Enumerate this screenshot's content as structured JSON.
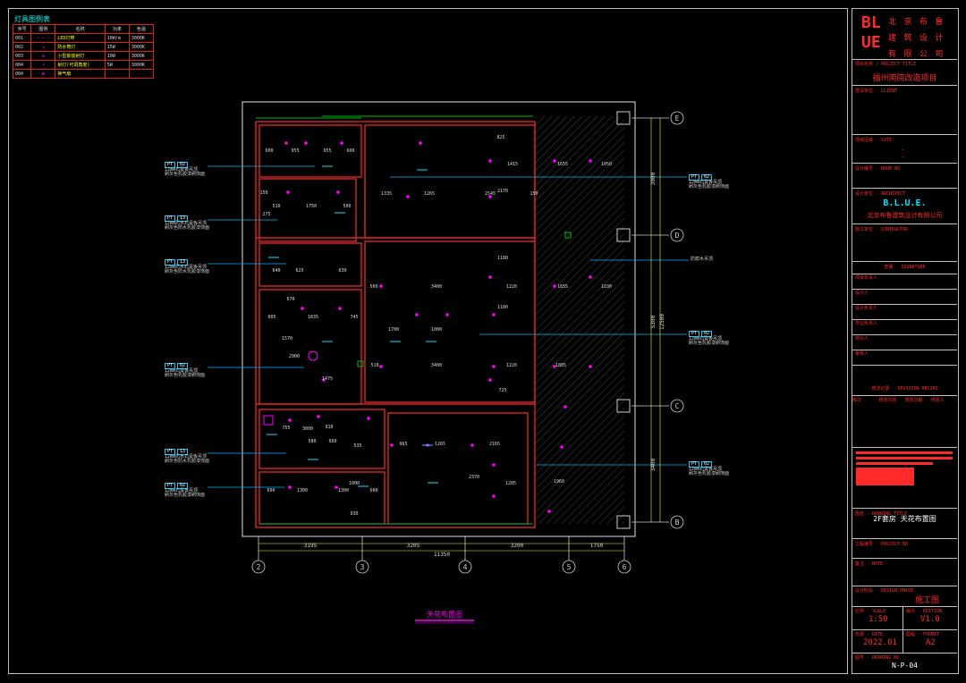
{
  "legend": {
    "title": "灯具图例表",
    "headers": [
      "序号",
      "图例",
      "名称",
      "功率",
      "色温"
    ],
    "rows": [
      {
        "no": "001",
        "name": "LED灯带",
        "power": "10W/m",
        "temp": "3000K"
      },
      {
        "no": "002",
        "name": "防水筒灯",
        "power": "15W",
        "temp": "3000K"
      },
      {
        "no": "003",
        "name": "小型嵌装射灯",
        "power": "10W",
        "temp": "3000K"
      },
      {
        "no": "004",
        "name": "射灯(可调角度)",
        "power": "5W",
        "temp": "3000K"
      },
      {
        "no": "004",
        "name": "换气扇",
        "power": "",
        "temp": ""
      }
    ]
  },
  "plan": {
    "title": "天花布置图",
    "axis_columns": [
      "2",
      "3",
      "4",
      "5",
      "6"
    ],
    "axis_rows": [
      "E",
      "D",
      "C",
      "B"
    ],
    "bottom_dims": [
      "3195",
      "3205",
      "3200",
      "1750"
    ],
    "total_dim": "11350",
    "right_dims": [
      "3000",
      "5300",
      "3400"
    ],
    "right_total": "12500",
    "dims": [
      "600",
      "955",
      "955",
      "600",
      "150",
      "1750",
      "500",
      "510",
      "275",
      "640",
      "625",
      "630",
      "605",
      "1835",
      "745",
      "1570",
      "2900",
      "1475",
      "1335",
      "1265",
      "2545",
      "150",
      "1415",
      "1655",
      "1050",
      "500",
      "3400",
      "1220",
      "1655",
      "1030",
      "1700",
      "1000",
      "510",
      "3400",
      "1220",
      "1805",
      "825",
      "2170",
      "1180",
      "725",
      "1180",
      "580",
      "660",
      "535",
      "965",
      "1265",
      "2165",
      "2370",
      "1205",
      "600",
      "1300",
      "1300",
      "600",
      "1000",
      "930",
      "1960",
      "670",
      "3000",
      "910",
      "755"
    ],
    "tags_left": [
      {
        "code": "PT",
        "num": "02",
        "l1": "12mm石膏板吊顶",
        "l2": "刷灰色乳胶漆刷饰面"
      },
      {
        "code": "PT",
        "num": "13",
        "l1": "12mm防水石膏板吊顶",
        "l2": "刷灰色防水乳胶漆饰面"
      },
      {
        "code": "PT",
        "num": "13",
        "l1": "12mm防水石膏板吊顶",
        "l2": "刷灰色防水乳胶漆饰面"
      },
      {
        "code": "PT",
        "num": "02",
        "l1": "12mm石膏板吊顶",
        "l2": "刷灰色乳胶漆刷饰面"
      },
      {
        "code": "PT",
        "num": "13",
        "l1": "12mm防水石膏板吊顶",
        "l2": "刷灰色防水乳胶漆饰面"
      },
      {
        "code": "PT",
        "num": "02",
        "l1": "12mm石膏板吊顶",
        "l2": "刷灰色乳胶漆刷饰面"
      }
    ],
    "tags_right": [
      {
        "code": "PT",
        "num": "02",
        "l1": "12mm石膏板吊顶",
        "l2": "刷灰色乳胶漆刷饰面"
      },
      {
        "code": "PT",
        "num": "02",
        "l1": "12mm石膏板吊顶",
        "l2": "刷灰色乳胶漆刷饰面"
      },
      {
        "code": "PT",
        "num": "02",
        "l1": "12mm石膏板吊顶",
        "l2": "刷灰色乳胶漆刷饰面"
      }
    ],
    "note_right": "防腐木吊顶"
  },
  "titleblock": {
    "logo_letters": "BLUE",
    "logo_chars": [
      "北",
      "京",
      "布",
      "鲁",
      "建",
      "筑",
      "设",
      "计",
      "有",
      "限",
      "公",
      "司"
    ],
    "project_label": "项目名称 / PROJECT TITLE",
    "project_name": "福州南院改造项目",
    "client_label": "建设单位 · CLIENT",
    "area_label": "项目区域 · SITE",
    "area_value1": "—",
    "area_value2": "—",
    "room_label": "设计编号 · ROOM NO",
    "architect_label": "设计单位 · ARCHITECT",
    "firm_short": "B.L.U.E.",
    "firm_full": "北京布鲁建筑设计有限公司",
    "contractor_label": "施工单位 · CONTRACTOR",
    "consultant_label": "签署 · SIGNATURE",
    "sign_rows": [
      "项目负责人",
      "设计人",
      "设计负责人",
      "专业负责人",
      "校对人",
      "审核人"
    ],
    "revision_label": "修改记录 · REVISION RECORD",
    "revision_cols": [
      "版次",
      "修改内容",
      "修改日期",
      "修改人"
    ],
    "drawing_title_label": "图名 · DRAWING TITLE",
    "drawing_title": "2F套房 天花布置图",
    "project_no_label": "工程编号 · PROJECT NO",
    "note_label": "备注 · NOTE",
    "stage_label": "设计阶段 · DESIGN PHASE",
    "stage": "施工图",
    "scale_label": "比例 · SCALE",
    "scale": "1:50",
    "edition_label": "版次 · EDITION",
    "edition": "V1.0",
    "date_label": "日期 · DATE",
    "date": "2022.01",
    "format_label": "图幅 · FORMAT",
    "format": "A2",
    "drawing_no_label": "图号 · DRAWING NO",
    "drawing_no": "N-P-04"
  },
  "colors": {
    "border": "#c8c8c8",
    "wall": "#ff2a2a",
    "dim": "#ffff00",
    "cyan": "#00e5ff",
    "magenta": "#ff00ff",
    "green": "#00c000"
  }
}
